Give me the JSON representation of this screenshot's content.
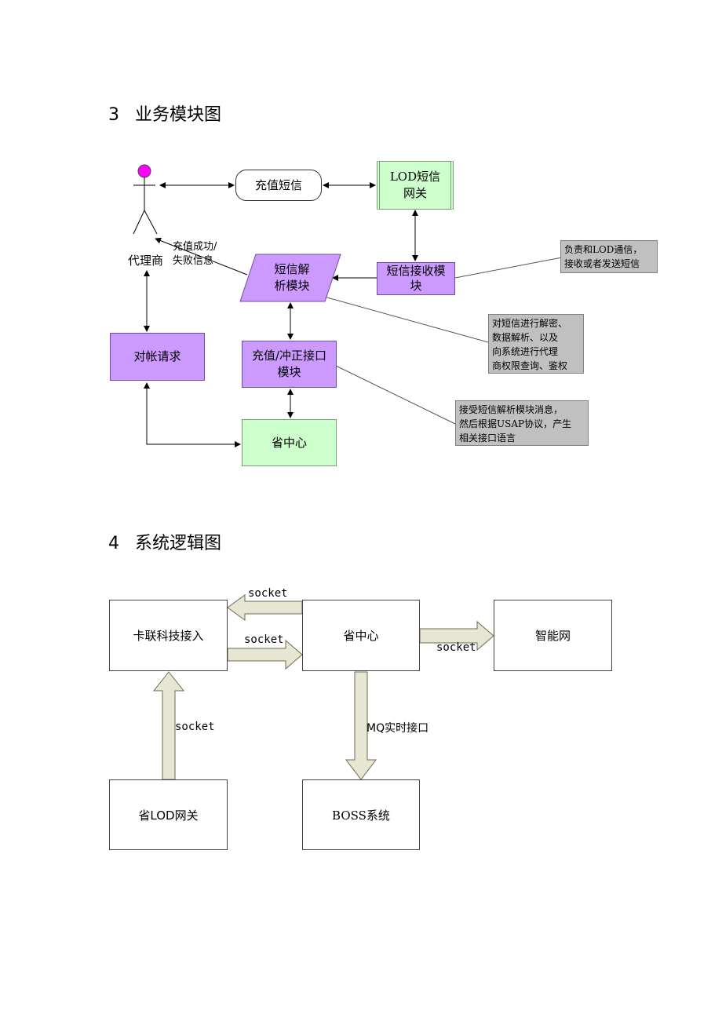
{
  "section3": {
    "number": "3",
    "title": "业务模块图",
    "actor_label": "代理商",
    "recharge_sms": "充值短信",
    "lod_gateway": [
      "LOD短信",
      "网关"
    ],
    "sms_parse": [
      "短信解",
      "析模块"
    ],
    "sms_receive": [
      "短信接收模",
      "块"
    ],
    "reconcile": "对帐请求",
    "recharge_interface": [
      "充值/冲正接口",
      "模块"
    ],
    "province_center": "省中心",
    "result_label": [
      "充值成功/",
      "失败信息"
    ],
    "note_receive": [
      "负责和LOD通信，",
      "接收或者发送短信"
    ],
    "note_parse": [
      "对短信进行解密、",
      "数据解析、以及",
      "向系统进行代理",
      "商权限查询、鉴权"
    ],
    "note_interface": [
      "接受短信解析模块消息，",
      "然后根据USAP协议，产生",
      "相关接口语言"
    ],
    "colors": {
      "module": "#cc99ff",
      "gateway": "#ccffcc",
      "note": "#c0c0c0",
      "actor_head": "#ff00ff"
    }
  },
  "section4": {
    "number": "4",
    "title": "系统逻辑图",
    "kalian": "卡联科技接入",
    "province_center": "省中心",
    "smart_net": "智能网",
    "lod_gateway": "省LOD网关",
    "boss": "BOSS系统",
    "socket_top": "socket",
    "socket_mid": "socket",
    "socket_right": "socket",
    "socket_left": "socket",
    "mq_label": "MQ实时接口",
    "colors": {
      "arrow_fill": "#e6e6d2",
      "arrow_stroke": "#6b6b55"
    }
  }
}
